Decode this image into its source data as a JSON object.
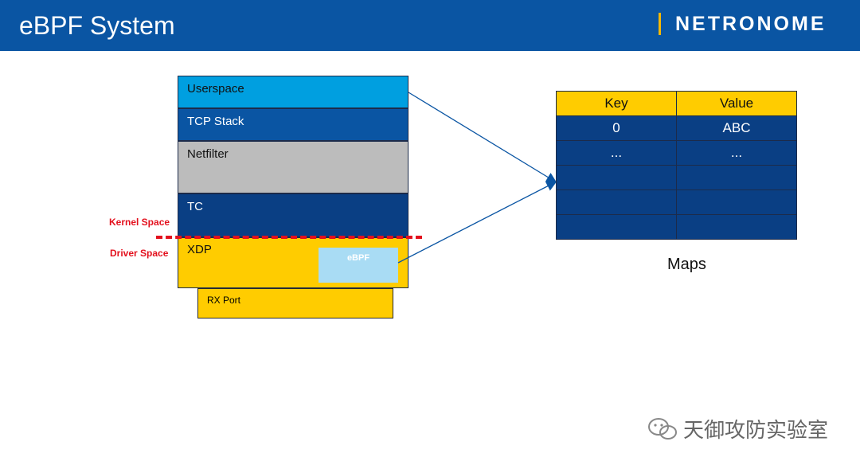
{
  "header": {
    "title": "eBPF System",
    "logo": "NETRONOME",
    "colors": {
      "bar": "#0a55a3",
      "accent": "#f5b800"
    }
  },
  "stack": {
    "layers": [
      {
        "label": "Userspace",
        "color": "#009fe0"
      },
      {
        "label": "TCP Stack",
        "color": "#0a55a3"
      },
      {
        "label": "Netfilter",
        "color": "#bcbcbc"
      },
      {
        "label": "TC",
        "color": "#0a3f84"
      },
      {
        "label": "XDP",
        "color": "#ffcc00"
      }
    ],
    "ebpf_label": "eBPF",
    "rx_port": "RX Port",
    "kernel_space": "Kernel Space",
    "driver_space": "Driver Space"
  },
  "maps": {
    "headers": [
      "Key",
      "Value"
    ],
    "rows": [
      [
        "0",
        "ABC"
      ],
      [
        "...",
        "..."
      ],
      [
        "",
        ""
      ],
      [
        "",
        ""
      ],
      [
        "",
        ""
      ]
    ],
    "label": "Maps"
  },
  "watermark": {
    "text": "天御攻防实验室",
    "icon": "wechat-icon"
  }
}
